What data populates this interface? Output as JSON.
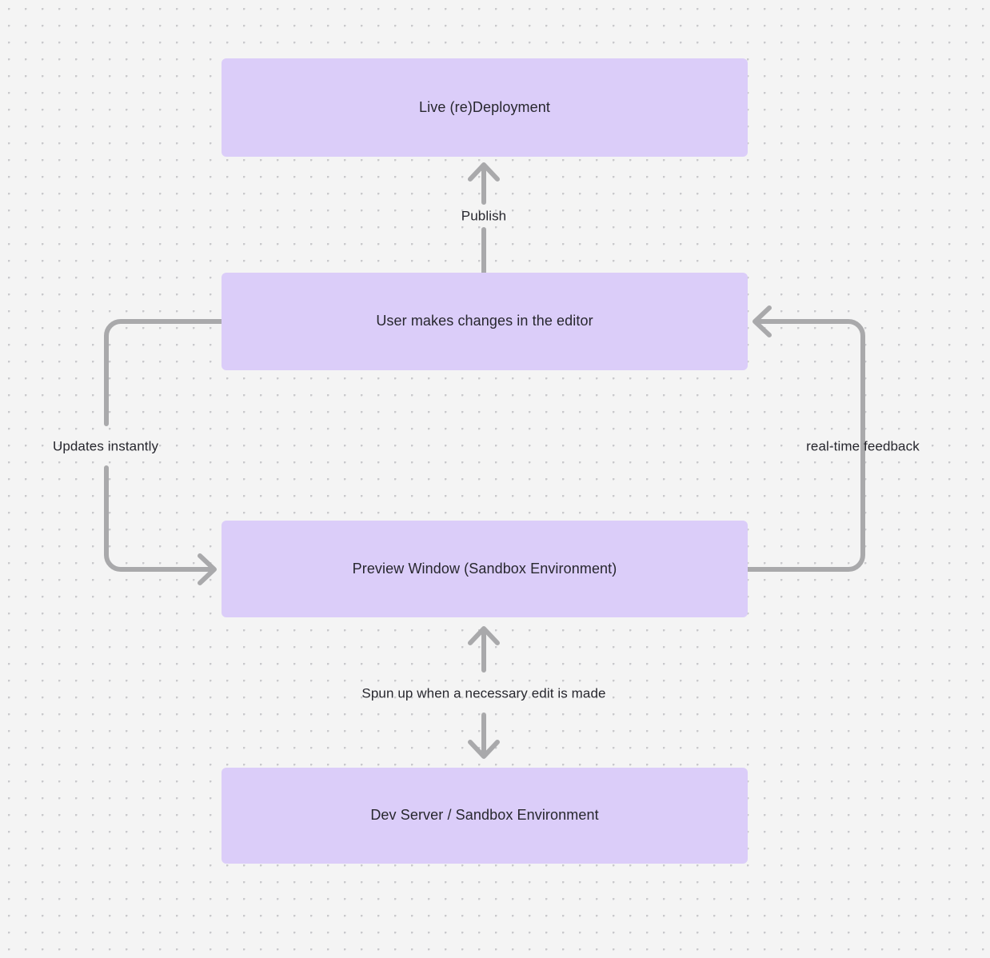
{
  "diagram": {
    "type": "flowchart",
    "background_color": "#f4f4f4",
    "grid_dot_color": "#c9c9cc",
    "node_fill_color": "#dbcdf9",
    "node_text_color": "#27272e",
    "edge_color": "#a9a9ab",
    "nodes": [
      {
        "id": "live-deployment",
        "label": "Live (re)Deployment"
      },
      {
        "id": "user-edits",
        "label": "User makes changes in the editor"
      },
      {
        "id": "preview-window",
        "label": "Preview Window (Sandbox Environment)"
      },
      {
        "id": "dev-server",
        "label": "Dev Server / Sandbox Environment"
      }
    ],
    "edges": [
      {
        "id": "publish",
        "label": "Publish",
        "from": "user-edits",
        "to": "live-deployment",
        "direction": "up"
      },
      {
        "id": "updates-instantly",
        "label": "Updates instantly",
        "from": "user-edits",
        "to": "preview-window",
        "direction": "left-loop"
      },
      {
        "id": "real-time-feedback",
        "label": "real-time feedback",
        "from": "preview-window",
        "to": "user-edits",
        "direction": "right-loop"
      },
      {
        "id": "spun-up",
        "label": "Spun up when a necessary edit is made",
        "from": "preview-window",
        "to": "dev-server",
        "direction": "bidirectional"
      }
    ]
  }
}
